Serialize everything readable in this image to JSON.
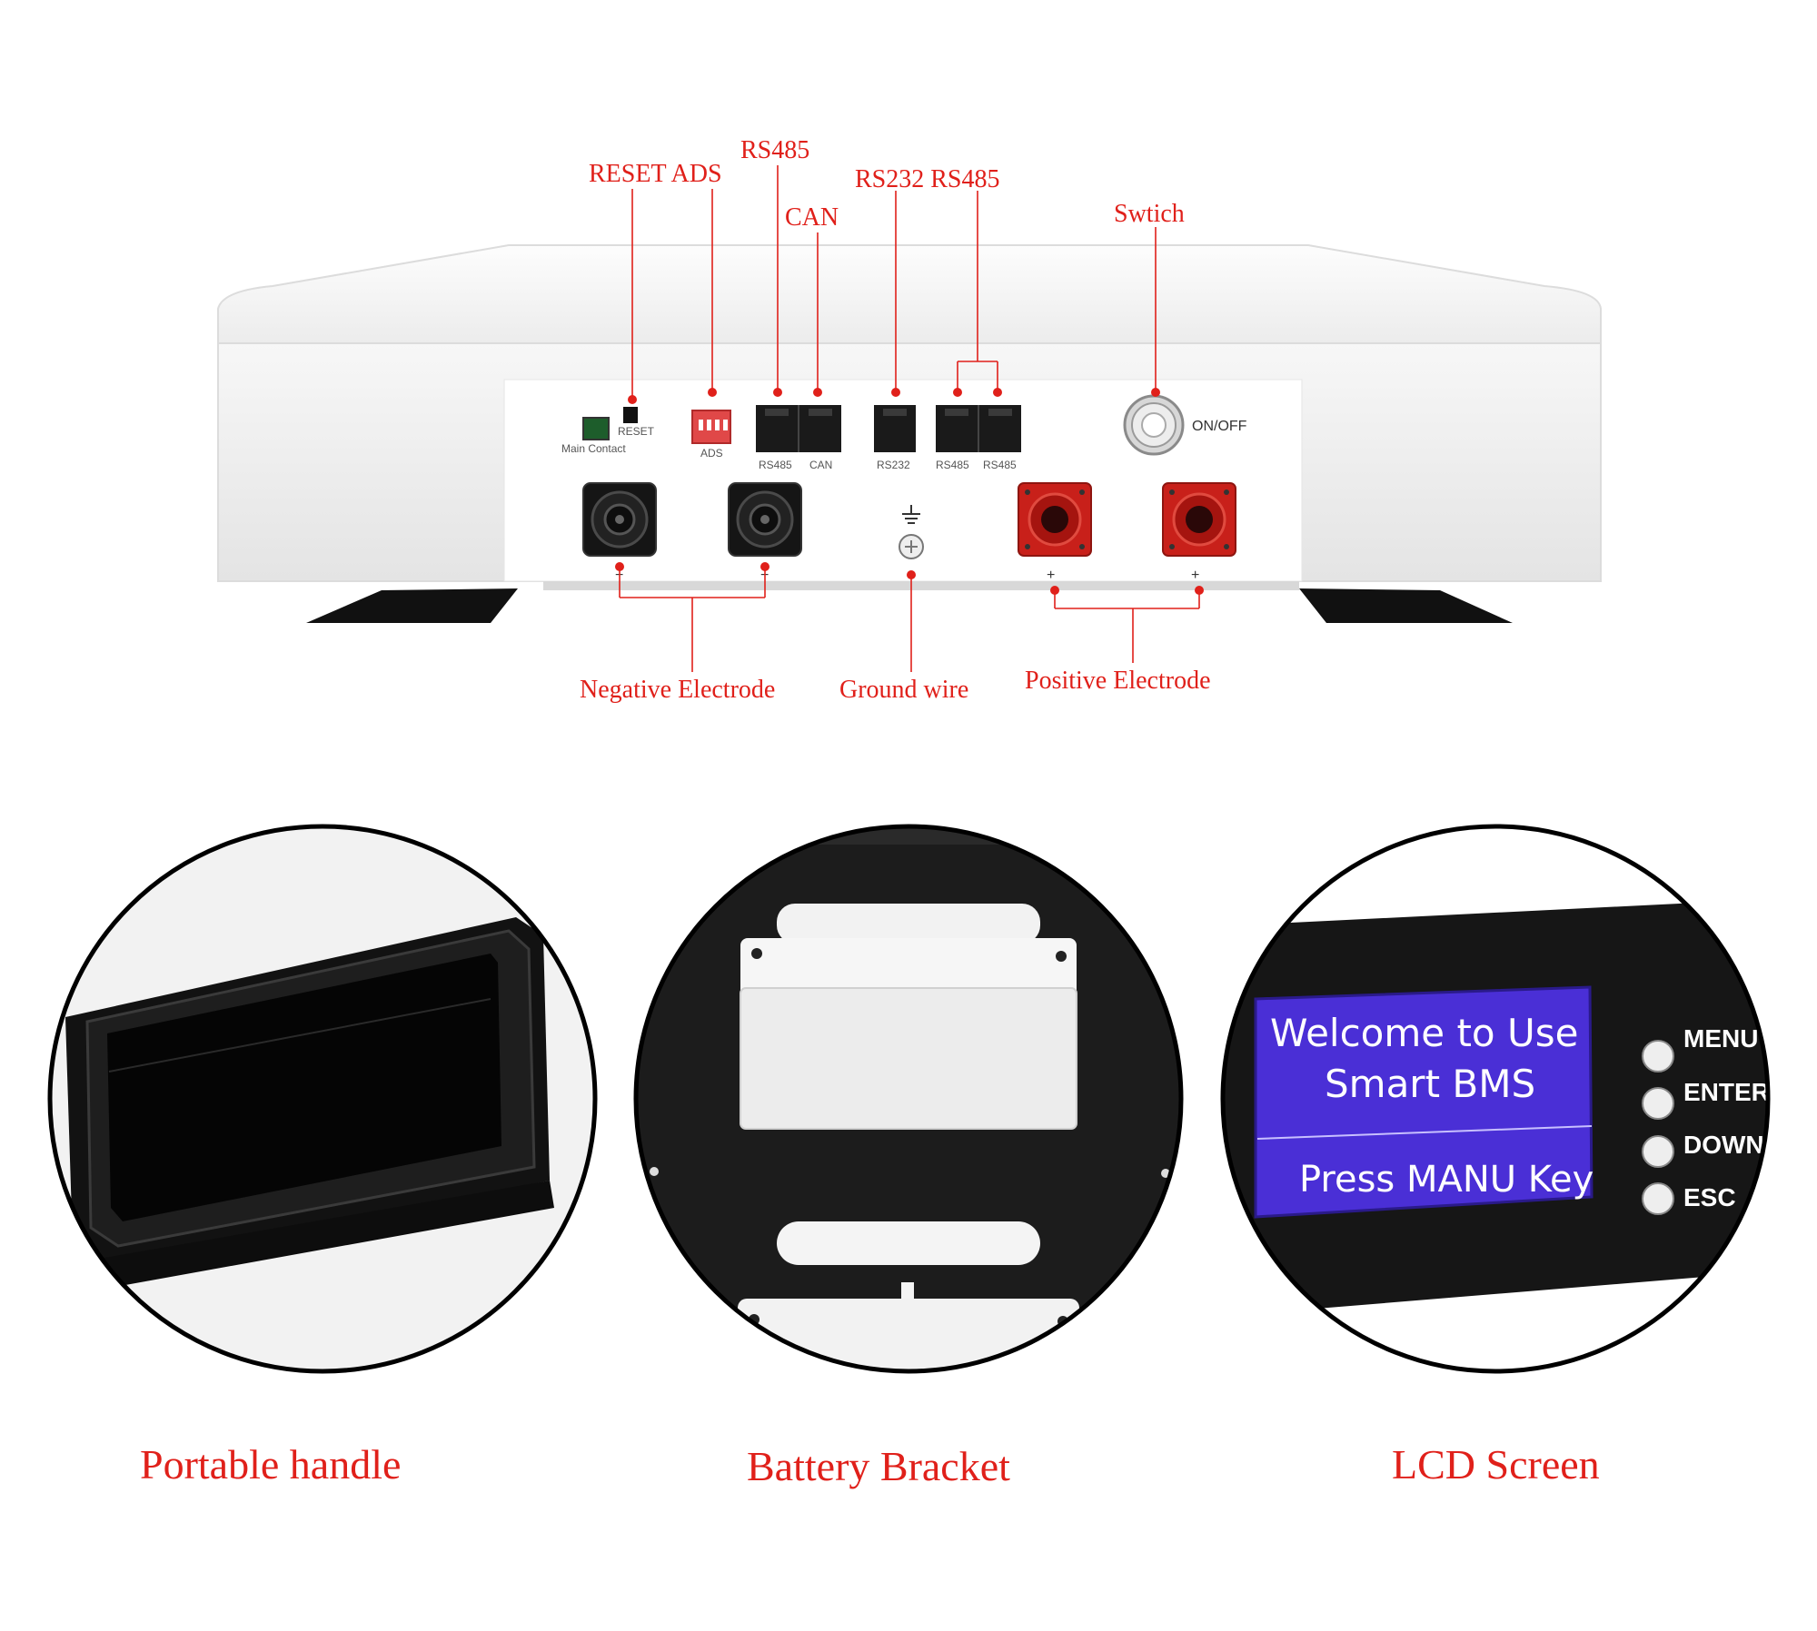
{
  "callouts": {
    "reset_ads": "RESET ADS",
    "rs485_top": "RS485",
    "can": "CAN",
    "rs232_rs485": "RS232 RS485",
    "switch": "Swtich",
    "negative": "Negative Electrode",
    "ground": "Ground wire",
    "positive": "Positive Electrode"
  },
  "panel": {
    "main_contact": "Main Contact",
    "reset": "RESET",
    "ads": "ADS",
    "ports": [
      "RS485",
      "CAN",
      "RS232",
      "RS485",
      "RS485"
    ],
    "onoff": "ON/OFF",
    "minus": "−",
    "plus": "+"
  },
  "captions": {
    "handle": "Portable handle",
    "bracket": "Battery Bracket",
    "lcd": "LCD Screen"
  },
  "lcd": {
    "line1": "Welcome to Use",
    "line2": "Smart BMS",
    "line3": "Press MANU Key",
    "buttons": [
      "MENU",
      "ENTER",
      "DOWN",
      "ESC"
    ]
  },
  "colors": {
    "accent": "#e0201a",
    "lcd_bg": "#4a2fd6",
    "terminal_red": "#c8201a"
  }
}
